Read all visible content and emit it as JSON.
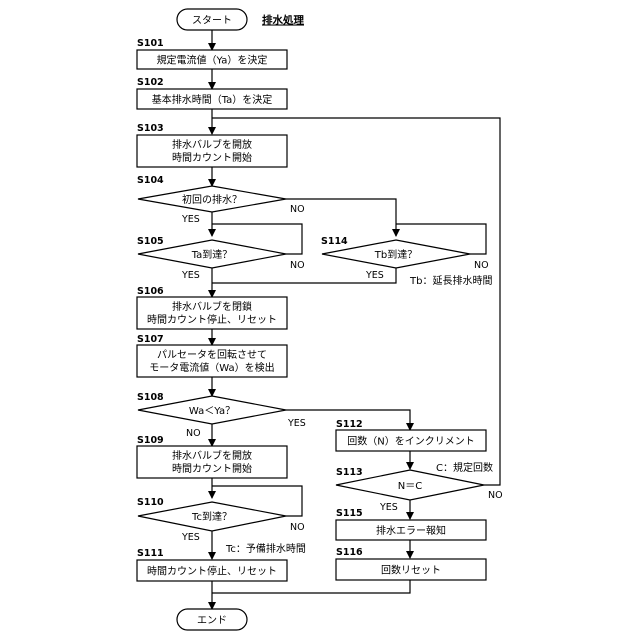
{
  "start_label": "スタート",
  "title": "排水処理",
  "end_label": "エンド",
  "yes_label": "YES",
  "no_label": "NO",
  "steps": {
    "s101": {
      "id": "S101",
      "lines": [
        "規定電流値（Ya）を決定"
      ]
    },
    "s102": {
      "id": "S102",
      "lines": [
        "基本排水時間（Ta）を決定"
      ]
    },
    "s103": {
      "id": "S103",
      "lines": [
        "排水バルブを開放",
        "時間カウント開始"
      ]
    },
    "s104": {
      "id": "S104",
      "lines": [
        "初回の排水？"
      ]
    },
    "s105": {
      "id": "S105",
      "lines": [
        "Ta到達？"
      ]
    },
    "s114": {
      "id": "S114",
      "lines": [
        "Tb到達？"
      ]
    },
    "s106": {
      "id": "S106",
      "lines": [
        "排水バルブを閉鎖",
        "時間カウント停止、リセット"
      ]
    },
    "s107": {
      "id": "S107",
      "lines": [
        "パルセータを回転させて",
        "モータ電流値（Wa）を検出"
      ]
    },
    "s108": {
      "id": "S108",
      "lines": [
        "Wa＜Ya？"
      ]
    },
    "s109": {
      "id": "S109",
      "lines": [
        "排水バルブを開放",
        "時間カウント開始"
      ]
    },
    "s110": {
      "id": "S110",
      "lines": [
        "Tc到達？"
      ]
    },
    "s111": {
      "id": "S111",
      "lines": [
        "時間カウント停止、リセット"
      ]
    },
    "s112": {
      "id": "S112",
      "lines": [
        "回数（N）をインクリメント"
      ]
    },
    "s113": {
      "id": "S113",
      "lines": [
        "N＝C"
      ]
    },
    "s115": {
      "id": "S115",
      "lines": [
        "排水エラー報知"
      ]
    },
    "s116": {
      "id": "S116",
      "lines": [
        "回数リセット"
      ]
    }
  },
  "notes": {
    "tb": "Tb：延長排水時間",
    "c": "C：規定回数",
    "tc": "Tc：予備排水時間"
  }
}
